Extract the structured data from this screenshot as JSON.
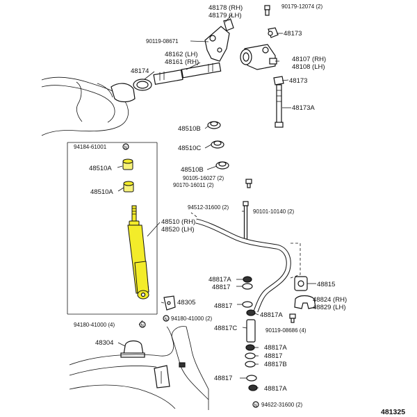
{
  "labels": {
    "p48178": "48178 (RH)",
    "p48179": "48179 (LH)",
    "p90179": "90179-12074 (2)",
    "p90119a": "90119-08671",
    "p48173a": "48173",
    "p48162": "48162 (LH)",
    "p48161": "48161 (RH)",
    "p48107": "48107 (RH)",
    "p48108": "48108 (LH)",
    "p48174": "48174",
    "p48173b": "48173",
    "p48173A": "48173A",
    "p48510B_top": "48510B",
    "p48510C": "48510C",
    "p48510B_low": "48510B",
    "p94184": "94184-61001",
    "p48510A_1": "48510A",
    "p48510A_2": "48510A",
    "p90105": "90105-16027 (2)",
    "p90170": "90170-16011 (2)",
    "p94512": "94512-31600 (2)",
    "p90101": "90101-10140 (2)",
    "p48510": "48510 (RH)",
    "p48520": "48520 (LH)",
    "p48817A_1": "48817A",
    "p48817_1": "48817",
    "p48815": "48815",
    "p48824": "48824 (RH)",
    "p48829": "48829 (LH)",
    "p48305": "48305",
    "p48817_2": "48817",
    "p48817A_2": "48817A",
    "p94180_a": "94180-41000 (4)",
    "p94180_b": "94180-41000 (2)",
    "p90119b": "90119-08686 (4)",
    "p48817C": "48817C",
    "p48304": "48304",
    "p48817A_3": "48817A",
    "p48817_3": "48817",
    "p48817B": "48817B",
    "p48817_4": "48817",
    "p48817A_4": "48817A",
    "p94622": "94622-31600 (2)",
    "diagram_code": "481325",
    "n_mark": "N"
  },
  "colors": {
    "highlight": "#f3ec2a",
    "line": "#111111"
  }
}
